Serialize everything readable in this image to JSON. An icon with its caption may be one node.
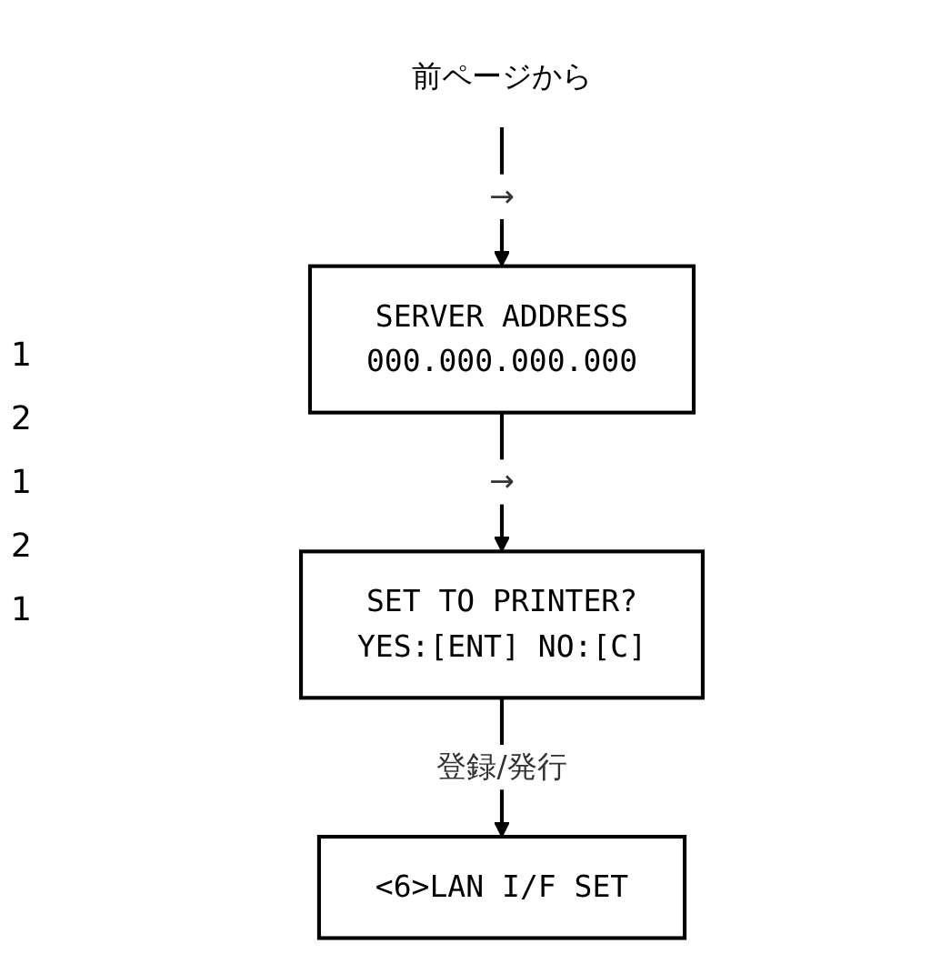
{
  "diagram": {
    "nodes": [
      {
        "text": [
          "前ページから"
        ]
      },
      {
        "text": [
          "SERVER ADDRESS",
          "000.000.000.000"
        ]
      },
      {
        "text": [
          "SET TO PRINTER?",
          "YES:[ENT] NO:[C]"
        ]
      },
      {
        "text": [
          "<6>LAN I/F SET"
        ]
      }
    ],
    "edges": [
      {
        "from": 0,
        "to": 1,
        "arrow": "to",
        "label": "→"
      },
      {
        "from": 1,
        "to": 2,
        "arrow": "to",
        "label": "→"
      },
      {
        "from": 2,
        "to": 3,
        "arrow": "to",
        "label": "登録/発行"
      }
    ],
    "labels": [
      "1",
      "2",
      "1",
      "2",
      "1"
    ]
  }
}
